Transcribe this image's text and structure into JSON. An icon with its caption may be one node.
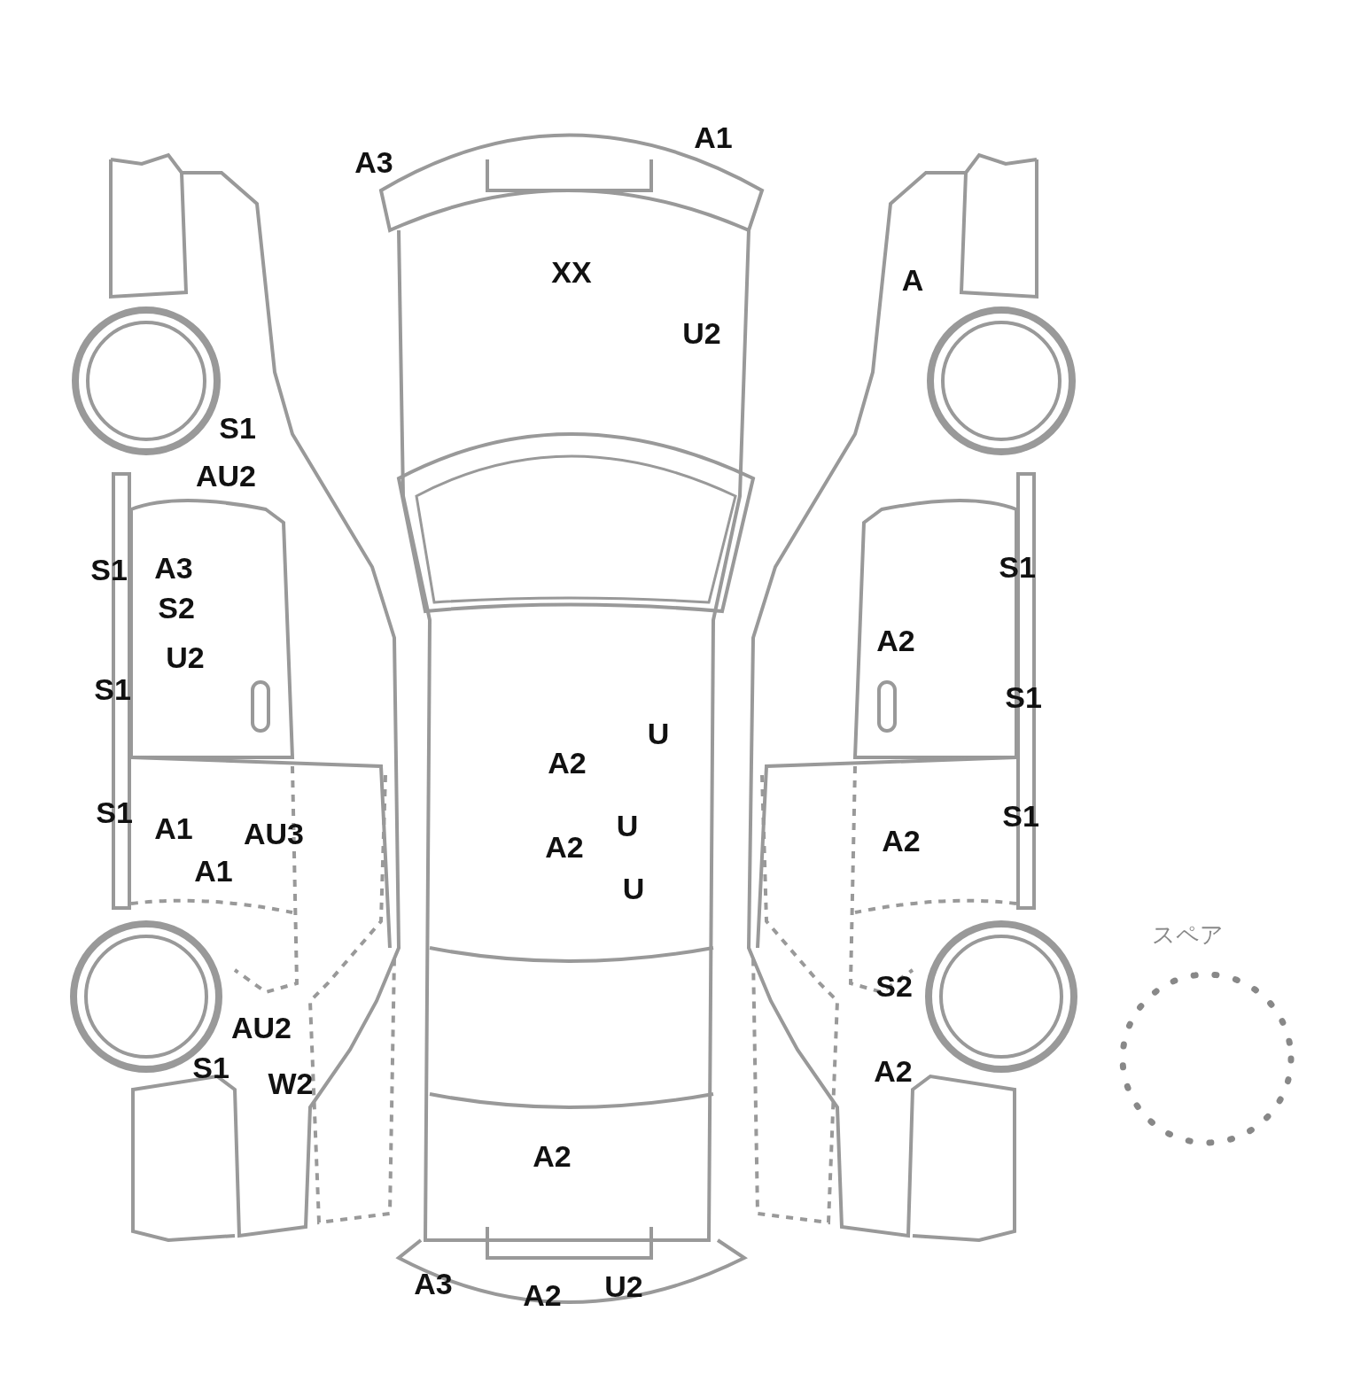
{
  "diagram": {
    "labels": [
      "A1",
      "A3",
      "XX",
      "A",
      "U2",
      "S1",
      "AU2",
      "S1",
      "S1",
      "A3",
      "S2",
      "A2",
      "U2",
      "S1",
      "S1",
      "U",
      "A2",
      "S1",
      "S1",
      "A1",
      "U",
      "AU3",
      "A2",
      "A2",
      "A1",
      "U",
      "スペア",
      "S2",
      "AU2",
      "S1",
      "A2",
      "W2",
      "A2",
      "A3",
      "U2",
      "A2"
    ]
  }
}
